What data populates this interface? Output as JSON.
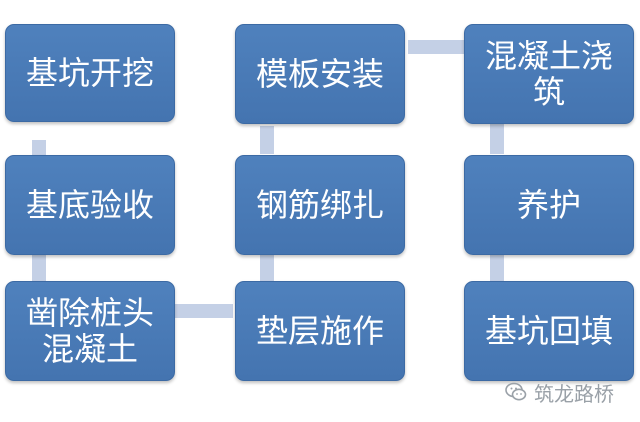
{
  "colors": {
    "box_fill": "#4f81bd",
    "box_text": "#ffffff",
    "connector": "#c4d0e6"
  },
  "nodes": {
    "excavation": "基坑开挖",
    "base_inspection": "基底验收",
    "pile_head_chiseling": "凿除桩头混凝土",
    "cushion_construction": "垫层施作",
    "rebar_binding": "钢筋绑扎",
    "formwork_installation": "模板安装",
    "concrete_pouring": "混凝土浇筑",
    "curing": "养护",
    "pit_backfill": "基坑回填"
  },
  "watermark": {
    "icon": "wechat-icon",
    "text": "筑龙路桥"
  }
}
